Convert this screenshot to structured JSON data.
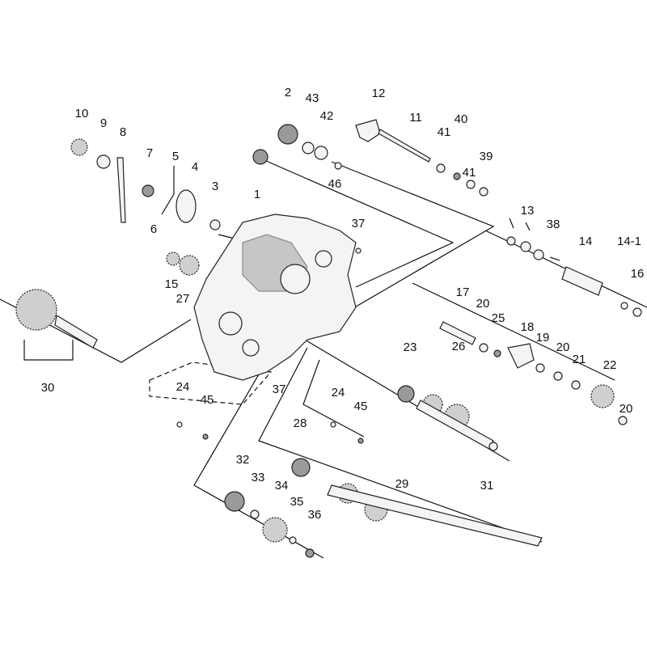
{
  "diagram": {
    "type": "exploded-parts-diagram",
    "labels": [
      "10",
      "9",
      "8",
      "7",
      "5",
      "4",
      "3",
      "6",
      "1",
      "2",
      "43",
      "42",
      "46",
      "12",
      "11",
      "41",
      "40",
      "41",
      "39",
      "37",
      "13",
      "38",
      "14",
      "14-1",
      "16",
      "15",
      "27",
      "17",
      "20",
      "25",
      "18",
      "19",
      "20",
      "21",
      "22",
      "20",
      "23",
      "26",
      "30",
      "24",
      "45",
      "37",
      "24",
      "45",
      "28",
      "32",
      "33",
      "34",
      "35",
      "36",
      "29",
      "31"
    ]
  }
}
